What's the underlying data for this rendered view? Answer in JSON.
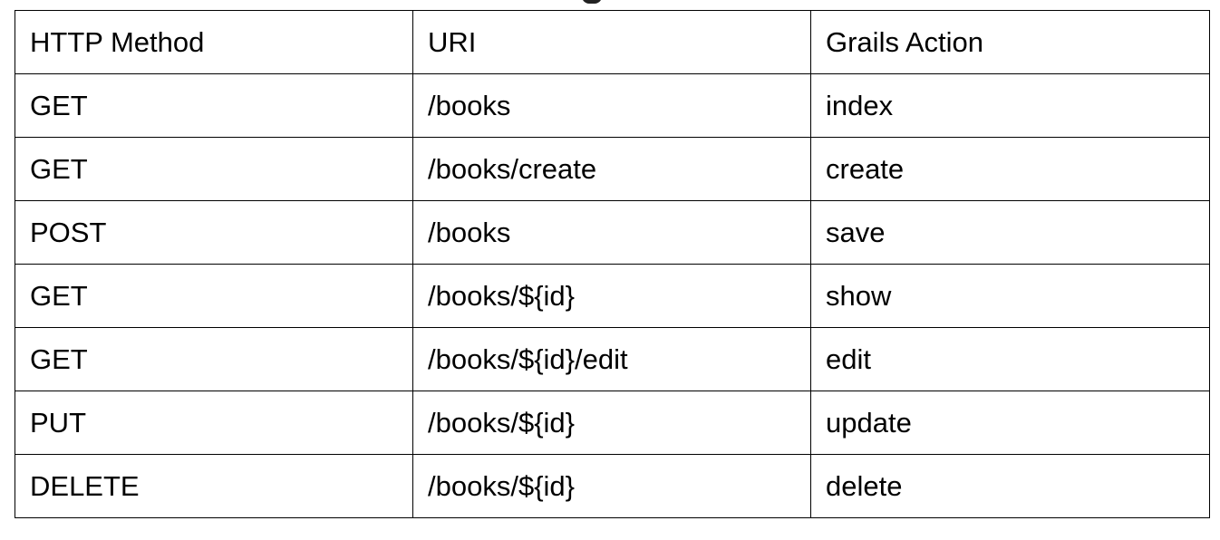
{
  "table": {
    "headers": [
      "HTTP Method",
      "URI",
      "Grails Action"
    ],
    "rows": [
      [
        "GET",
        "/books",
        "index"
      ],
      [
        "GET",
        "/books/create",
        "create"
      ],
      [
        "POST",
        "/books",
        "save"
      ],
      [
        "GET",
        "/books/${id}",
        "show"
      ],
      [
        "GET",
        "/books/${id}/edit",
        "edit"
      ],
      [
        "PUT",
        "/books/${id}",
        "update"
      ],
      [
        "DELETE",
        "/books/${id}",
        "delete"
      ]
    ]
  }
}
